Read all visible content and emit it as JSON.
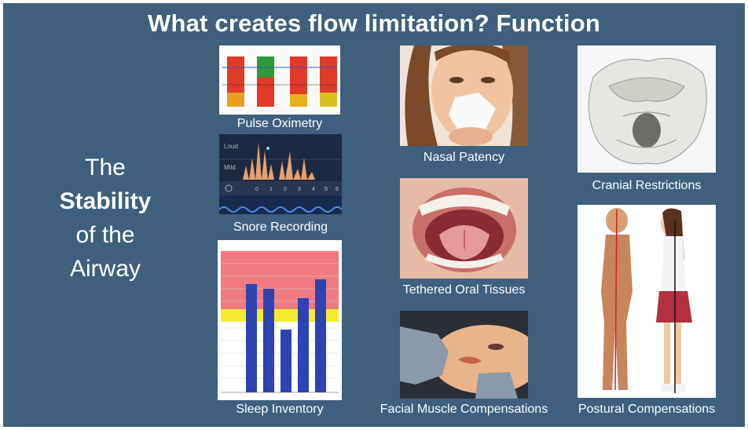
{
  "title": "What creates flow limitation? Function",
  "side_text": {
    "line1": "The",
    "line2": "Stability",
    "line3": "of the",
    "line4": "Airway"
  },
  "captions": {
    "pulse_oximetry": "Pulse Oximetry",
    "snore_recording": "Snore Recording",
    "sleep_inventory": "Sleep Inventory",
    "nasal_patency": "Nasal Patency",
    "tethered_oral": "Tethered Oral Tissues",
    "facial_muscle": "Facial Muscle Compensations",
    "cranial": "Cranial Restrictions",
    "postural": "Postural Compensations"
  },
  "snore_axis": {
    "loud": "Loud",
    "mild": "Mild",
    "ticks": [
      "0",
      "1",
      "2",
      "3",
      "4",
      "5",
      "6"
    ]
  },
  "colors": {
    "background": "#3f5f7d",
    "text": "#ffffff"
  }
}
